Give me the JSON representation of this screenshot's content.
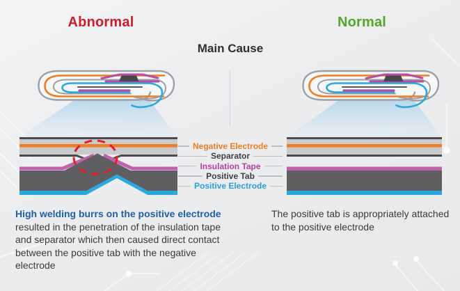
{
  "header": {
    "abnormal_label": "Abnormal",
    "normal_label": "Normal",
    "main_cause_label": "Main Cause"
  },
  "colors": {
    "abnormal_red": "#ce1e2d",
    "normal_green": "#55a62a",
    "negative_electrode_orange": "#ee7d23",
    "separator_dark_gray": "#4b4b4d",
    "insulation_tape_magenta": "#c062a9",
    "positive_tab_gray": "#5f5f62",
    "positive_electrode_blue": "#2aa9de",
    "defect_highlight_red": "#e31e26",
    "emphasis_text_blue": "#1f5fa8"
  },
  "legend": {
    "items": [
      {
        "label": "Negative Electrode",
        "color": "#ee7d23"
      },
      {
        "label": "Separator",
        "color": "#3f3f41"
      },
      {
        "label": "Insulation Tape",
        "color": "#b5429f"
      },
      {
        "label": "Positive Tab",
        "color": "#3f3f41"
      },
      {
        "label": "Positive Electrode",
        "color": "#2aa0d8"
      }
    ]
  },
  "abnormal": {
    "caption_emphasis": "High welding burrs on the positive electrode",
    "caption_rest": " resulted in the penetration of the insulation tape and separator which then caused direct contact between the positive tab with the negative electrode"
  },
  "normal": {
    "caption": "The positive tab is appropriately attached to the positive electrode"
  }
}
